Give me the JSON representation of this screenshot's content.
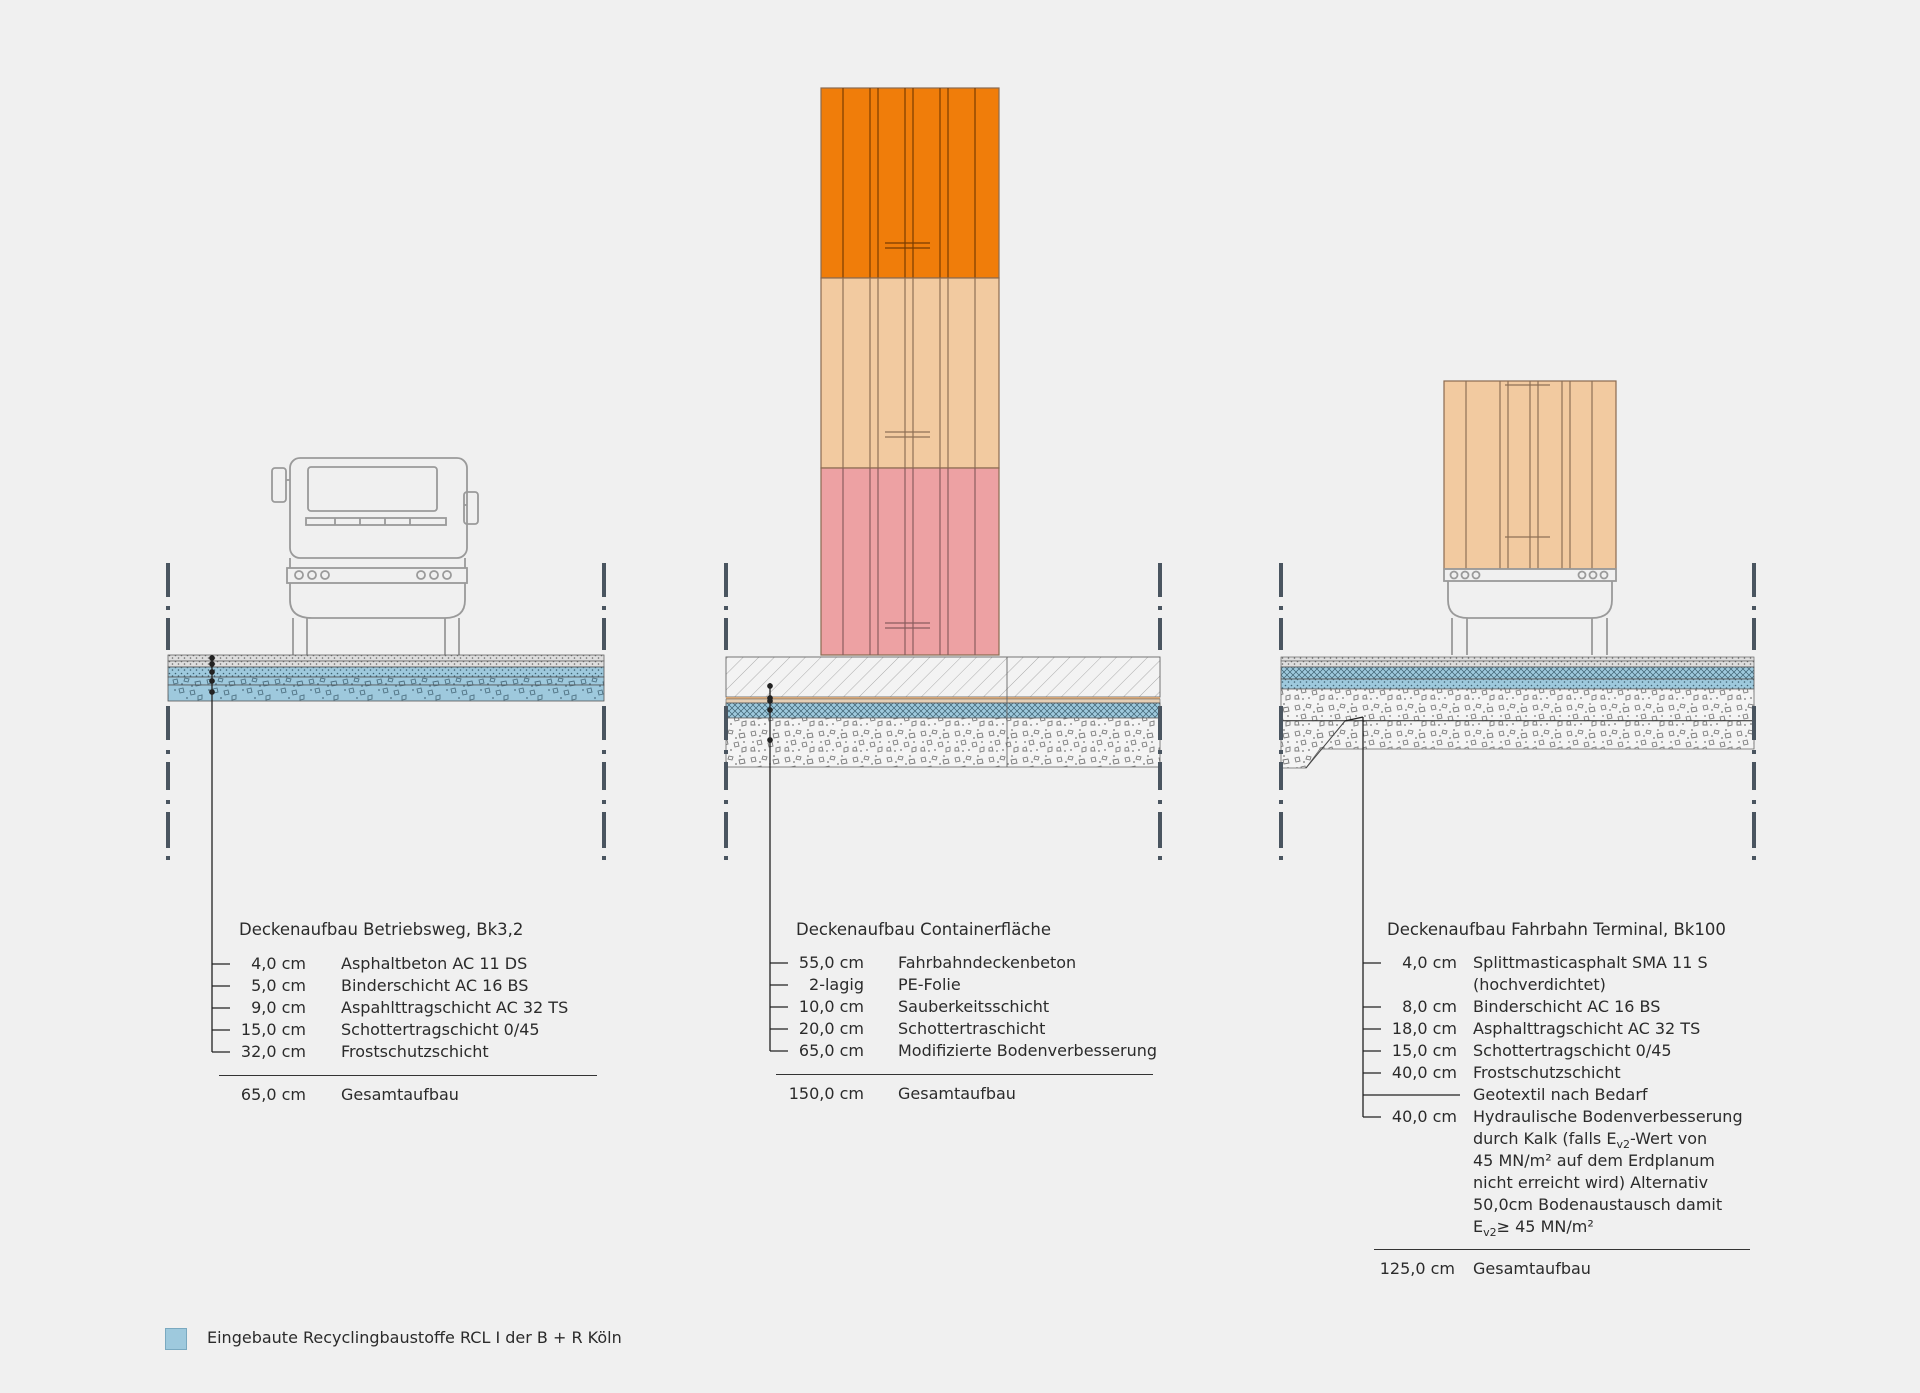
{
  "colors": {
    "recycling": "#9ec9dd",
    "container_orange": "#f07d0a",
    "container_beige": "#f2caa0",
    "container_pink": "#eda1a3",
    "line": "#333333",
    "axis_marker": "#4a5560"
  },
  "sections": [
    {
      "title": "Deckenaufbau Betriebsweg, Bk3,2",
      "vehicle": "truck-front-icon",
      "layers": [
        {
          "thickness": "4,0 cm",
          "name": "Asphaltbeton AC 11 DS"
        },
        {
          "thickness": "5,0 cm",
          "name": "Binderschicht AC 16 BS"
        },
        {
          "thickness": "9,0 cm",
          "name": "Aspahlttragschicht AC 32 TS"
        },
        {
          "thickness": "15,0 cm",
          "name": "Schottertragschicht 0/45"
        },
        {
          "thickness": "32,0 cm",
          "name": "Frostschutzschicht"
        }
      ],
      "total": {
        "thickness": "65,0 cm",
        "name": "Gesamtaufbau"
      }
    },
    {
      "title": "Deckenaufbau Containerfläche",
      "vehicle": "stacked-containers-icon",
      "layers": [
        {
          "thickness": "55,0 cm",
          "name": "Fahrbahndeckenbeton"
        },
        {
          "thickness": "2-lagig",
          "name": "PE-Folie"
        },
        {
          "thickness": "10,0 cm",
          "name": "Sauberkeitsschicht"
        },
        {
          "thickness": "20,0 cm",
          "name": "Schottertraschicht"
        },
        {
          "thickness": "65,0 cm",
          "name": "Modifizierte Bodenverbesserung"
        }
      ],
      "total": {
        "thickness": "150,0 cm",
        "name": "Gesamtaufbau"
      }
    },
    {
      "title": "Deckenaufbau Fahrbahn Terminal, Bk100",
      "vehicle": "container-truck-icon",
      "layers": [
        {
          "thickness": "4,0 cm",
          "name": "Splittmasticasphalt SMA 11 S",
          "extra": [
            "(hochverdichtet)"
          ]
        },
        {
          "thickness": "8,0 cm",
          "name": "Binderschicht AC 16 BS"
        },
        {
          "thickness": "18,0 cm",
          "name": "Asphalttragschicht AC 32 TS"
        },
        {
          "thickness": "15,0 cm",
          "name": "Schottertragschicht 0/45"
        },
        {
          "thickness": "40,0 cm",
          "name": "Frostschutzschicht"
        },
        {
          "thickness": "",
          "name": "Geotextil nach Bedarf"
        },
        {
          "thickness": "40,0 cm",
          "name": "Hydraulische Bodenverbesserung",
          "extra": [
            "durch Kalk (falls Ev2-Wert von",
            "45 MN/m² auf dem Erdplanum",
            "nicht erreicht wird) Alternativ",
            "50,0cm Bodenaustausch damit",
            "Ev2≥ 45 MN/m²"
          ]
        }
      ],
      "total": {
        "thickness": "125,0 cm",
        "name": "Gesamtaufbau"
      }
    }
  ],
  "legend": {
    "label": "Eingebaute Recyclingbaustoffe RCL I der B + R Köln"
  }
}
